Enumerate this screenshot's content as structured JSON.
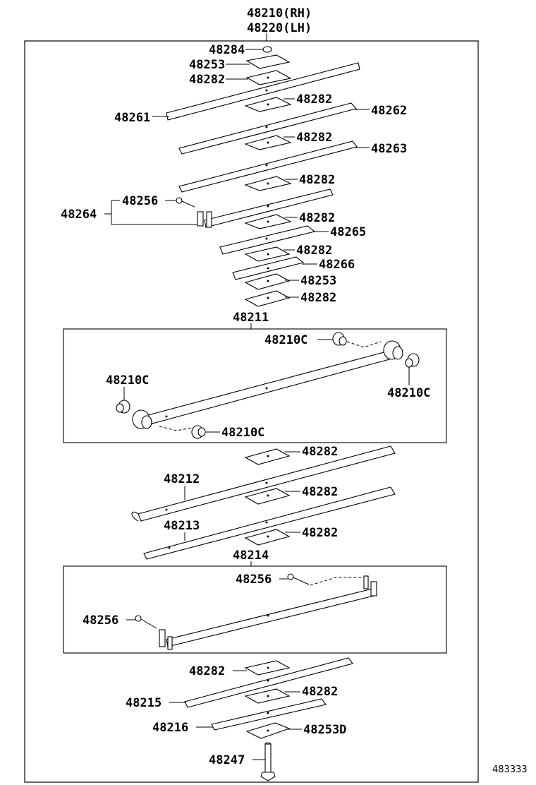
{
  "header": {
    "line1": "48210(RH)",
    "line2": "48220(LH)"
  },
  "labels": {
    "p48284": "48284",
    "p48253a": "48253",
    "p48282a": "48282",
    "p48282b": "48282",
    "p48261": "48261",
    "p48262": "48262",
    "p48282c": "48282",
    "p48263": "48263",
    "p48282d": "48282",
    "p48256a": "48256",
    "p48264": "48264",
    "p48282e": "48282",
    "p48265": "48265",
    "p48282f": "48282",
    "p48266": "48266",
    "p48253b": "48253",
    "p48282g": "48282",
    "p48211": "48211",
    "p48210c_a": "48210C",
    "p48210c_b": "48210C",
    "p48210c_c": "48210C",
    "p48210c_d": "48210C",
    "p48282h": "48282",
    "p48212": "48212",
    "p48282i": "48282",
    "p48213": "48213",
    "p48282j": "48282",
    "p48214": "48214",
    "p48256b": "48256",
    "p48256c": "48256",
    "p48282k": "48282",
    "p48282l": "48282",
    "p48215": "48215",
    "p48216": "48216",
    "p48253d": "48253D",
    "p48247": "48247"
  },
  "diagram_id": "483333"
}
